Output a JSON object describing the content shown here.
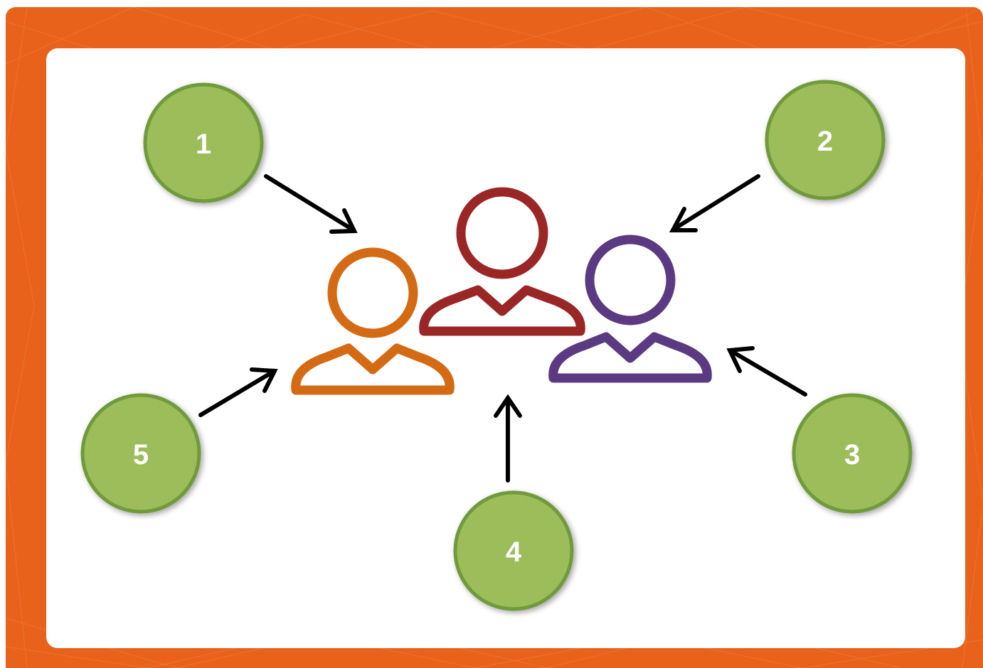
{
  "diagram": {
    "figures": [
      {
        "id": "orange-person",
        "color": "#d46a14"
      },
      {
        "id": "red-person",
        "color": "#9b2626"
      },
      {
        "id": "purple-person",
        "color": "#5b3a82"
      }
    ],
    "badges": [
      {
        "label": "1",
        "target": "orange-person"
      },
      {
        "label": "2",
        "target": "purple-person"
      },
      {
        "label": "3",
        "target": "purple-person"
      },
      {
        "label": "4",
        "target": "red-person"
      },
      {
        "label": "5",
        "target": "orange-person"
      }
    ],
    "colors": {
      "frame": "#e8621c",
      "badge_fill": "#9cbd5a",
      "badge_border": "#6f9a3a",
      "arrow": "#000000"
    }
  }
}
